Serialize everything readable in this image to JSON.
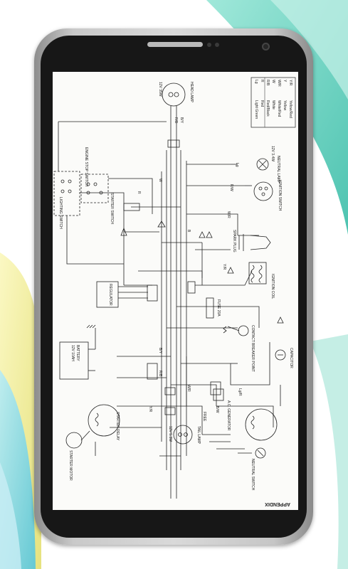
{
  "diagram": {
    "appendix_label": "APPENDIX",
    "components": {
      "head_lamp": "HEAD LAMP",
      "head_lamp_rating": "12V 35W",
      "engine_stop_switch": "ENGINE STOP SWITCH",
      "lighting_switch": "LIGHTING SWITCH",
      "starter_switch": "STARTER SWITCH",
      "neutral_lamp": "NEUTRAL LAMP",
      "neutral_lamp_rating": "12V 3.4W",
      "ignition_switch": "IGNITION SWITCH",
      "spark_plug": "SPARK PLUG",
      "ignition_coil": "IGNITION COIL",
      "regulator": "REGULATOR",
      "fuse": "FUSE 20A",
      "contact_breaker_point": "CONTACT BREAKER POINT",
      "capacitor": "CAPACITOR",
      "battery": "BATTERY",
      "battery_rating": "12V 10AH",
      "starter_relay": "STARTER RELAY",
      "starter_motor": "STARTER MOTOR",
      "tail_lamp": "TAIL LAMP",
      "tail_lamp_rating": "12V 5.3W",
      "free": "FREE",
      "ac_generator": "A.C. GENERATOR",
      "neutral_switch": "NEUTRAL SWITCH"
    },
    "legend": [
      {
        "code": "Lg",
        "color": "Light Green"
      },
      {
        "code": "R",
        "color": "Red"
      },
      {
        "code": "R/B",
        "color": "Red/Black"
      },
      {
        "code": "W",
        "color": "White"
      },
      {
        "code": "W/R",
        "color": "White/Red"
      },
      {
        "code": "Y",
        "color": "Yellow"
      },
      {
        "code": "Y/R",
        "color": "Yellow/Red"
      }
    ],
    "wire_labels": [
      "R/B",
      "B/Y",
      "R",
      "W",
      "B",
      "Y/R",
      "Lg",
      "R/W",
      "W/R",
      "B/Y",
      "R/B",
      "W/R",
      "Y/R",
      "B/W",
      "Lg/R"
    ]
  },
  "colors": {
    "page_bg": "#ffffff",
    "accent_teal": "#39c3ac",
    "accent_yellow": "#f3ef9d",
    "accent_blue": "#7fd5e6",
    "phone_body": "#d0d0d0",
    "bezel": "#171717",
    "screen": "#fbfbf9",
    "ink": "#222222"
  }
}
